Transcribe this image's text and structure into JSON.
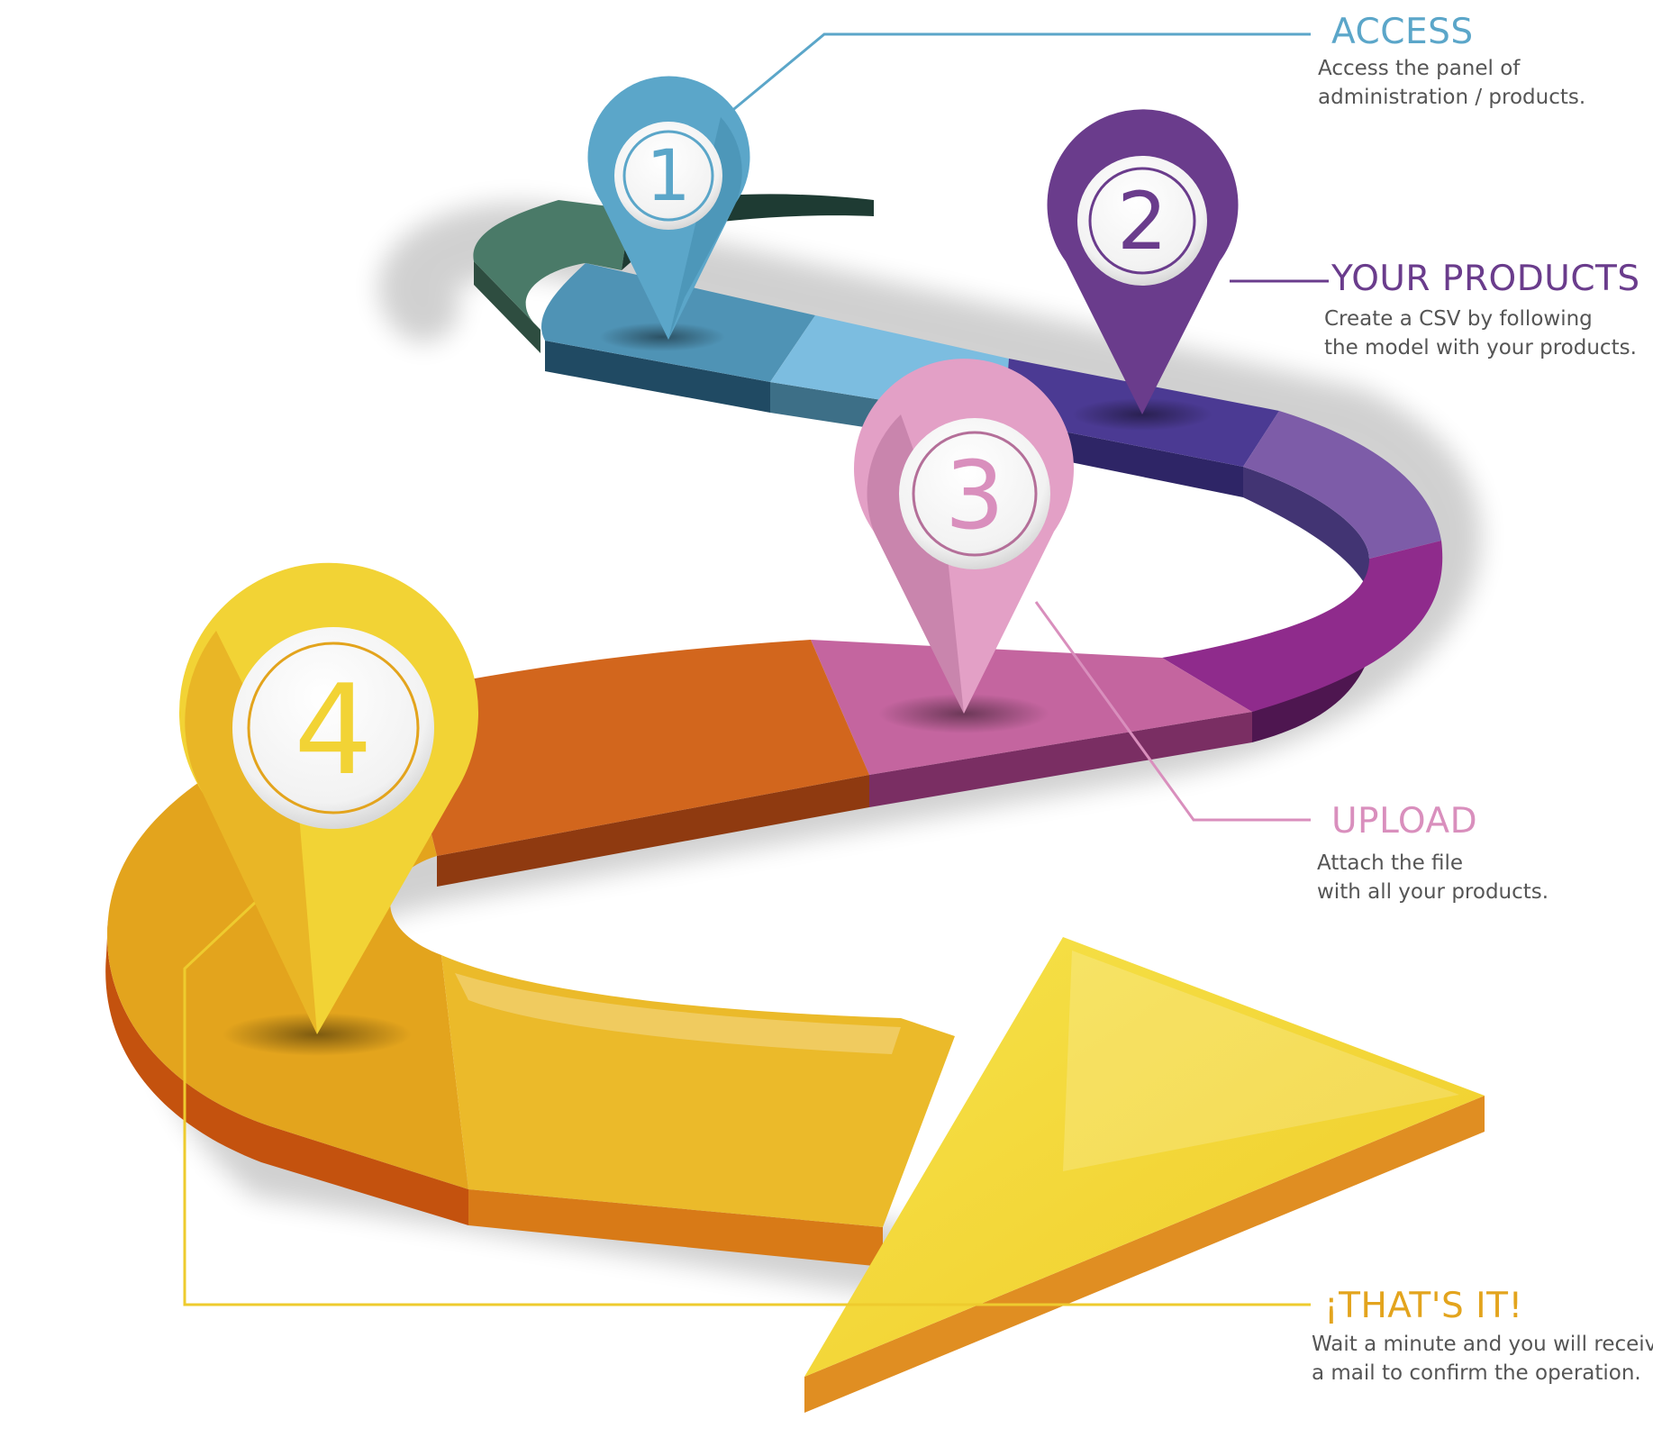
{
  "steps": [
    {
      "number": "1",
      "title": "ACCESS",
      "color": "#5ba6c9",
      "desc": [
        "Access the panel of",
        "administration / products."
      ]
    },
    {
      "number": "2",
      "title": "YOUR PRODUCTS",
      "color": "#6a3c8c",
      "desc": [
        "Create a CSV by following",
        "the model with your products."
      ]
    },
    {
      "number": "3",
      "title": "UPLOAD",
      "color": "#d98fbd",
      "desc": [
        "Attach the file",
        "with all your products."
      ]
    },
    {
      "number": "4",
      "title": "¡THAT'S IT!",
      "color": "#e3a41d",
      "desc": [
        "Wait a minute and you will receive",
        "a mail to confirm the operation."
      ]
    }
  ],
  "palette": {
    "green": "#4a7a68",
    "blue": "#5ba6c9",
    "light_blue": "#7cc0e2",
    "purple_dark": "#4b3a93",
    "purple": "#7b5aa8",
    "magenta": "#8d2b8b",
    "pink": "#c4649e",
    "orange": "#d2661d",
    "yellow": "#f2c230"
  }
}
